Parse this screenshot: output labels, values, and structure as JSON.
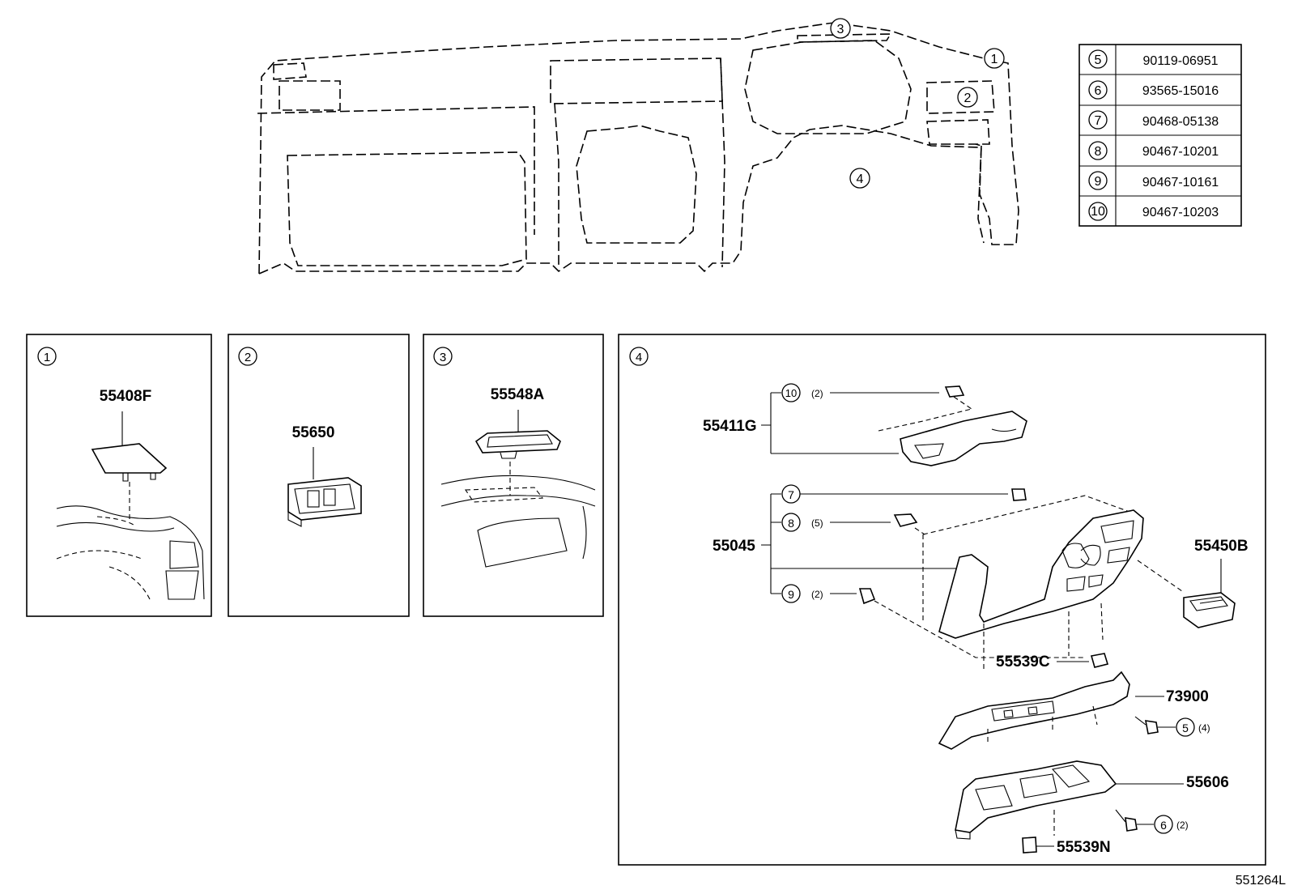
{
  "parts_table": [
    {
      "key": "5",
      "part_no": "90119-06951"
    },
    {
      "key": "6",
      "part_no": "93565-15016"
    },
    {
      "key": "7",
      "part_no": "90468-05138"
    },
    {
      "key": "8",
      "part_no": "90467-10201"
    },
    {
      "key": "9",
      "part_no": "90467-10161"
    },
    {
      "key": "10",
      "part_no": "90467-10203"
    }
  ],
  "overview_markers": [
    "3",
    "1",
    "2",
    "4"
  ],
  "panel1": {
    "marker": "1",
    "part_no": "55408F"
  },
  "panel2": {
    "marker": "2",
    "part_no": "55650"
  },
  "panel3": {
    "marker": "3",
    "part_no": "55548A"
  },
  "panel4": {
    "marker": "4",
    "labels": {
      "p55411G": "55411G",
      "p55045": "55045",
      "p55450B": "55450B",
      "p55539C": "55539C",
      "p73900": "73900",
      "p55606": "55606",
      "p55539N": "55539N"
    },
    "callouts": {
      "c10": "10",
      "c10_qty": "(2)",
      "c7": "7",
      "c8": "8",
      "c8_qty": "(5)",
      "c9": "9",
      "c9_qty": "(2)",
      "c5": "5",
      "c5_qty": "(4)",
      "c6": "6",
      "c6_qty": "(2)"
    }
  },
  "figure_id": "551264L"
}
